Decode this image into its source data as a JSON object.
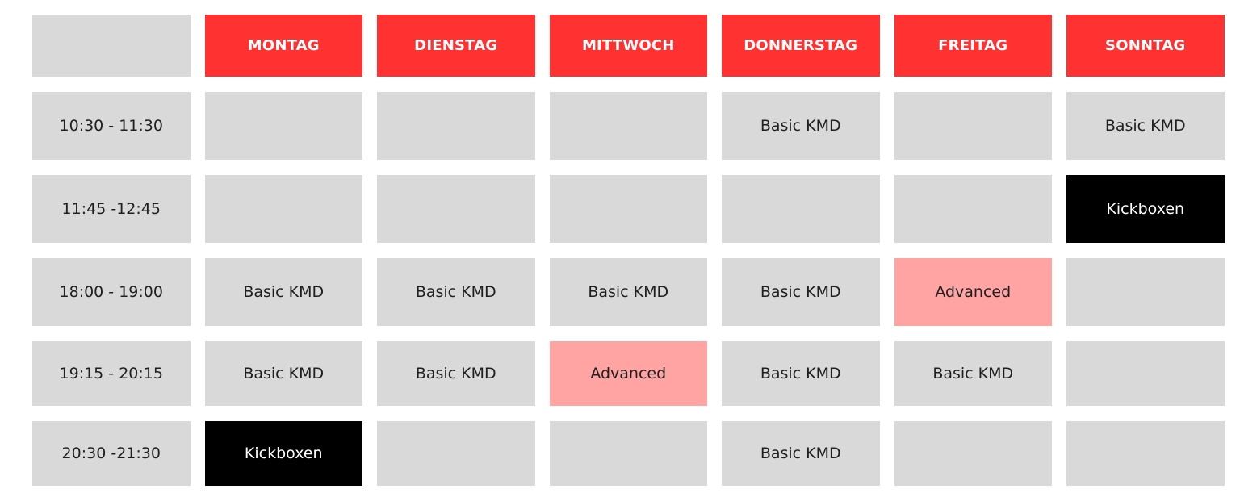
{
  "colors": {
    "header_bg": "#ff3131",
    "cell_bg": "#d9d9d9",
    "advanced_bg": "#ffa3a3",
    "kickboxen_bg": "#000000"
  },
  "days": [
    "MONTAG",
    "DIENSTAG",
    "MITTWOCH",
    "DONNERSTAG",
    "FREITAG",
    "SONNTAG"
  ],
  "rows": [
    {
      "time": "10:30 - 11:30",
      "cells": [
        "",
        "",
        "",
        "Basic KMD",
        "",
        "Basic KMD"
      ]
    },
    {
      "time": "11:45 -12:45",
      "cells": [
        "",
        "",
        "",
        "",
        "",
        "Kickboxen"
      ]
    },
    {
      "time": "18:00 - 19:00",
      "cells": [
        "Basic KMD",
        "Basic KMD",
        "Basic KMD",
        "Basic KMD",
        "Advanced",
        ""
      ]
    },
    {
      "time": "19:15 - 20:15",
      "cells": [
        "Basic KMD",
        "Basic KMD",
        "Advanced",
        "Basic KMD",
        "Basic KMD",
        ""
      ]
    },
    {
      "time": "20:30 -21:30",
      "cells": [
        "Kickboxen",
        "",
        "",
        "Basic KMD",
        "",
        ""
      ]
    }
  ]
}
